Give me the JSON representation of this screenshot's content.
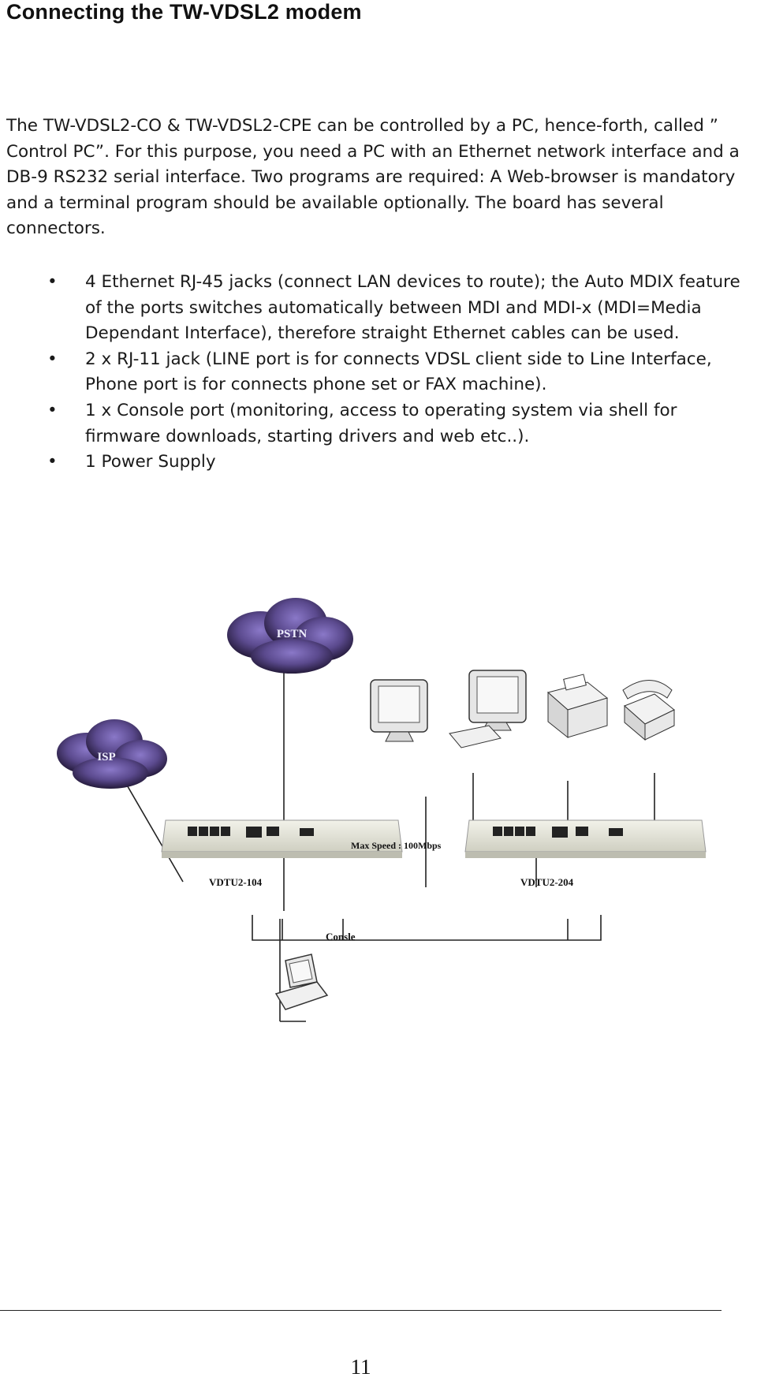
{
  "heading": "Connecting the TW-VDSL2 modem",
  "intro": "The TW-VDSL2-CO & TW-VDSL2-CPE can be controlled by a PC, hence-forth, called ” Control PC”. For this purpose, you need a PC with an Ethernet network interface and a DB-9 RS232 serial interface. Two programs are required: A Web-browser is mandatory and a terminal program should be available optionally. The board has several connectors.",
  "bullets": [
    "4 Ethernet RJ-45 jacks (connect LAN devices to route); the Auto MDIX feature of the ports switches automatically between MDI and MDI-x (MDI=Media Dependant Interface), therefore straight Ethernet cables can be used.",
    "2 x RJ-11 jack (LINE port is for connects VDSL client side to Line Interface, Phone port is for connects phone set or FAX machine).",
    "1 x Console port (monitoring, access to operating system via shell for firmware downloads, starting drivers and web etc..).",
    "1 Power Supply"
  ],
  "diagram": {
    "pstn": "PSTN",
    "isp": "ISP",
    "max_speed": "Max Speed : 100Mbps",
    "device_left": "VDTU2-104",
    "device_right": "VDTU2-204",
    "console": "Consle"
  },
  "page_number": "11"
}
